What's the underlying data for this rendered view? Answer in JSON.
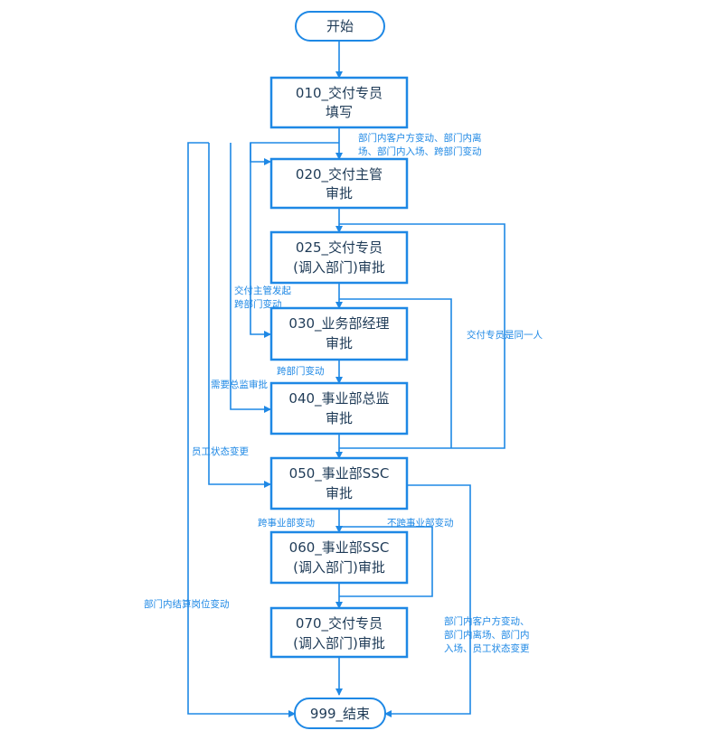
{
  "colors": {
    "stroke": "#1e88e5",
    "text": "#1f3b57",
    "label": "#1e88e5",
    "fill": "#ffffff"
  },
  "nodes": {
    "start": "开始",
    "n010": [
      "010_交付专员",
      "填写"
    ],
    "n020": [
      "020_交付主管",
      "审批"
    ],
    "n025": [
      "025_交付专员",
      "(调入部门)审批"
    ],
    "n030": [
      "030_业务部经理",
      "审批"
    ],
    "n040": [
      "040_事业部总监",
      "审批"
    ],
    "n050": [
      "050_事业部SSC",
      "审批"
    ],
    "n060": [
      "060_事业部SSC",
      "(调入部门)审批"
    ],
    "n070": [
      "070_交付专员",
      "(调入部门)审批"
    ],
    "end": "999_结束"
  },
  "labels": {
    "dept_change": [
      "部门内客户方变动、部门内离",
      "场、部门内入场、跨部门变动"
    ],
    "supervisor_cross": [
      "交付主管发起",
      "跨部门变动"
    ],
    "same_person": "交付专员是同一人",
    "cross_dept": "跨部门变动",
    "need_director": "需要总监审批",
    "staff_status": "员工状态变更",
    "cross_bu": "跨事业部变动",
    "not_cross_bu": "不跨事业部变动",
    "settlement": "部门内结算岗位变动",
    "ssc_end": [
      "部门内客户方变动、",
      "部门内离场、部门内",
      "入场、员工状态变更"
    ]
  }
}
